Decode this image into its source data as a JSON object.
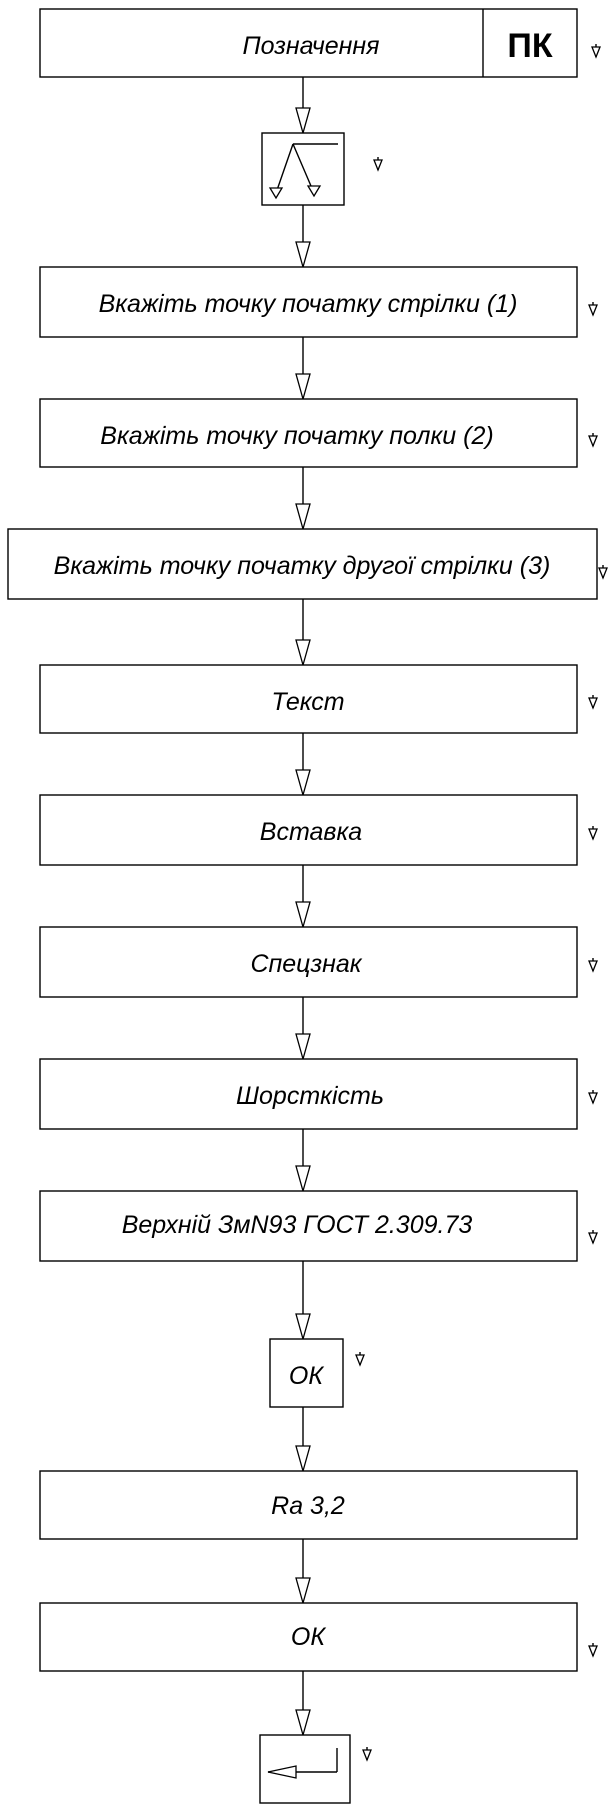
{
  "steps": [
    {
      "label": "Позначення",
      "key": "ПК"
    },
    {
      "icon": "leader-arrows-icon"
    },
    {
      "label": "Вкажіть точку початку стрілки (1)"
    },
    {
      "label": "Вкажіть точку початку полки (2)"
    },
    {
      "label": "Вкажіть точку початку другої стрілки (3)"
    },
    {
      "label": "Текст"
    },
    {
      "label": "Вставка"
    },
    {
      "label": "Спецзнак"
    },
    {
      "label": "Шорсткість"
    },
    {
      "label": "Верхній ЗмN93 ГОСТ 2.309.73"
    },
    {
      "label": "ОК"
    },
    {
      "label": "Ra 3,2"
    },
    {
      "label": "ОК"
    },
    {
      "icon": "enter-key-icon"
    }
  ]
}
